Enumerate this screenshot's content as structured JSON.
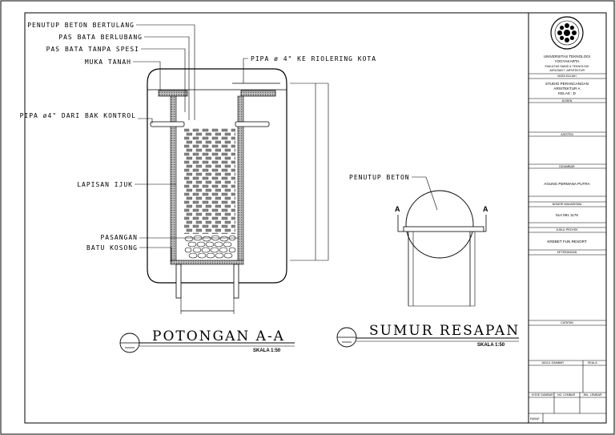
{
  "section": {
    "title": "POTONGAN A-A",
    "scale": "SKALA 1:50",
    "labels": {
      "penutup_beton": "PENUTUP BETON BERTULANG",
      "bata_berlubang": "PAS BATA BERLUBANG",
      "bata_tanpa_spesi": "PAS BATA TANPA SPESI",
      "muka_tanah": "MUKA TANAH",
      "pipa_riolering": "PIPA ø 4\" KE RIOLERING KOTA",
      "pipa_bak_kontrol": "PIPA ø4\" DARI BAK KONTROL",
      "lapisan_ijuk": "LAPISAN IJUK",
      "pasangan": "PASANGAN",
      "batu_kosong": "BATU KOSONG"
    }
  },
  "plan": {
    "title": "SUMUR RESAPAN",
    "scale": "SKALA 1:50",
    "penutup_beton": "PENUTUP BETON",
    "section_mark": "A"
  },
  "title_block": {
    "university": "UNIVERSITAS TEKNOLOGI",
    "city": "YOGYAKARTA",
    "faculty": "FAKULTAS SAINS & TEKNOLOGI",
    "department": "JURUSAN T. ARSITEKTUR",
    "mata_kuliah_label": "MATA KULIAH",
    "course_line1": "STUDIO PERANCANGAN",
    "course_line2": "ARSITEKTUR A",
    "course_line3": "KELAS : D",
    "dosen_label": "DOSEN",
    "asisten_label": "ASISTEN",
    "digambar_label": "DIGAMBAR",
    "student_name": "AGUNG PERMANA PUTRA",
    "nomor_label": "NOMOR MAHASISWA",
    "student_id": "514 091 1176",
    "judul_label": "JUDUL PROYEK",
    "project": "KREBET FUN RESORT",
    "keterangan_label": "KETERANGAN",
    "catatan_label": "CATATAN",
    "judul_gambar_label": "JUDUL GAMBAR",
    "skala_label": "SKALA",
    "kode_label": "KODE GAMBAR",
    "no_lembar_label": "NO. LEMBAR",
    "jml_lembar_label": "JML. LEMBAR",
    "paraf_label": "PARAF"
  }
}
